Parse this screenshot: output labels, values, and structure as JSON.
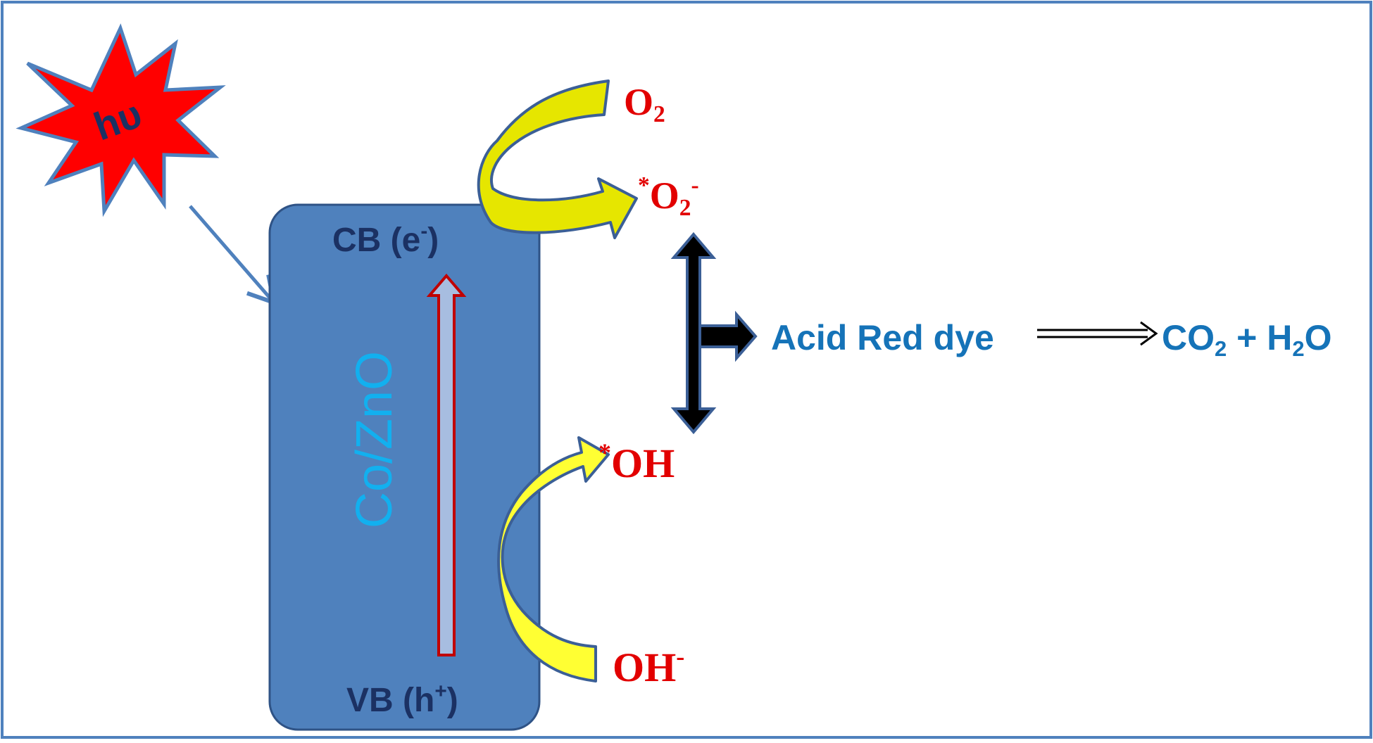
{
  "colors": {
    "frame": "#4f81bd",
    "box_fill": "#4f81bd",
    "box_stroke": "#2f5386",
    "star_fill": "#ff0000",
    "star_stroke": "#4f81bd",
    "curve_fill": "#e6e600",
    "curve_stroke": "#3b5f96",
    "species_red": "#e20000",
    "band_navy": "#1b3163",
    "material_cyan": "#12b0ef",
    "product_blue": "#1573b8",
    "excitation_arrow_outline": "#c00000",
    "excitation_arrow_fill": "#a7bde0"
  },
  "icons": {
    "photon_burst": "red-starburst",
    "incident_light": "diagonal-arrow",
    "excitation": "up-arrow",
    "interaction": "double-headed-arrow-with-branch",
    "reaction": "long-right-arrow"
  },
  "labels": {
    "photon": "hυ",
    "material": "Co/ZnO",
    "cb": {
      "main": "CB (e",
      "sup": "-",
      "end": ")"
    },
    "vb": {
      "main": "VB (h",
      "sup": "+",
      "end": ")"
    },
    "o2": {
      "main": "O",
      "sub": "2"
    },
    "superoxide": {
      "star": "*",
      "main": "O",
      "sub": "2",
      "sup": "-"
    },
    "hydroxyl_radical": {
      "star": "*",
      "main": "OH"
    },
    "hydroxide": {
      "main": "OH",
      "sup": "-"
    },
    "dye": "Acid Red dye",
    "products": {
      "a": "CO",
      "a_sub": "2",
      "plus": " + H",
      "b_sub": "2",
      "end": "O"
    }
  }
}
